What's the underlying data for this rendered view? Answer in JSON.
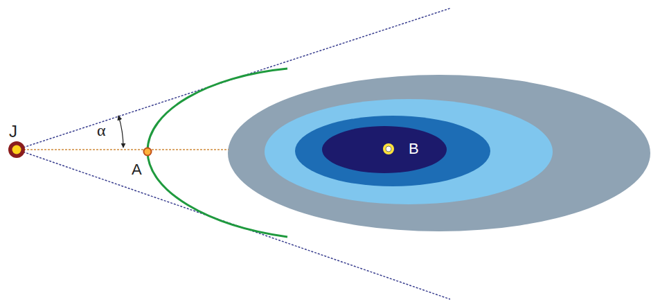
{
  "diagram": {
    "labels": [
      "J",
      "α",
      "A",
      "B"
    ]
  }
}
